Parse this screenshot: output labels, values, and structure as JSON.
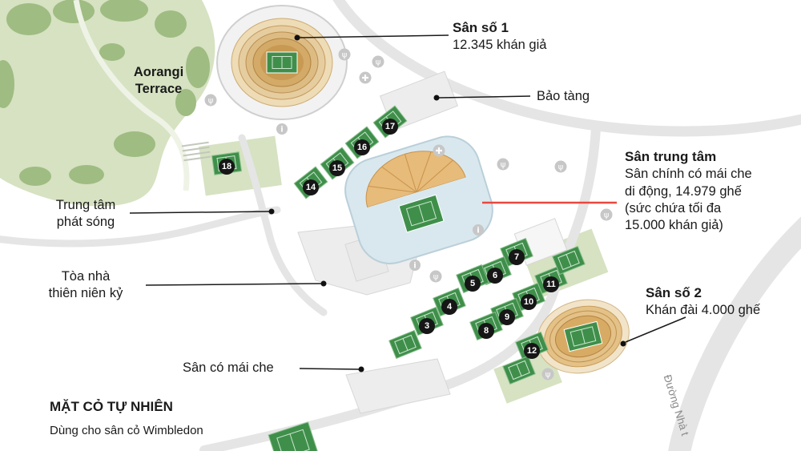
{
  "labels": {
    "aorangi": [
      "Aorangi",
      "Terrace"
    ],
    "court1": {
      "title": "Sân số 1",
      "subtitle": "12.345 khán giả"
    },
    "museum": "Bảo tàng",
    "centre": {
      "title": "Sân trung tâm",
      "lines": [
        "Sân chính có mái che",
        "di động, 14.979 ghế",
        "(sức chứa tối đa",
        "15.000 khán giả)"
      ]
    },
    "court2": {
      "title": "Sân số 2",
      "subtitle": "Khán đài 4.000 ghế"
    },
    "broadcast": [
      "Trung tâm",
      "phát sóng"
    ],
    "millennium": [
      "Tòa nhà",
      "thiên niên kỷ"
    ],
    "covered_courts": "Sân có mái che",
    "legend": {
      "title": "MẶT CỎ TỰ NHIÊN",
      "subtitle": "Dùng cho sân cỏ Wimbledon"
    },
    "road": "Đường Nhà t"
  },
  "court_badges": [
    {
      "n": "17"
    },
    {
      "n": "16"
    },
    {
      "n": "15"
    },
    {
      "n": "14"
    },
    {
      "n": "18"
    },
    {
      "n": "7"
    },
    {
      "n": "6"
    },
    {
      "n": "5"
    },
    {
      "n": "11"
    },
    {
      "n": "4"
    },
    {
      "n": "10"
    },
    {
      "n": "9"
    },
    {
      "n": "3"
    },
    {
      "n": "8"
    },
    {
      "n": "12"
    }
  ],
  "icons": {
    "tree": "ψ",
    "info": "i"
  },
  "colors": {
    "grass": "#3f8f4b",
    "stand_tan": "#e4c187",
    "park_green": "#d6e2c2",
    "road_gray": "#e5e5e5",
    "accent_red": "#e8483f",
    "badge_black": "#161616"
  }
}
